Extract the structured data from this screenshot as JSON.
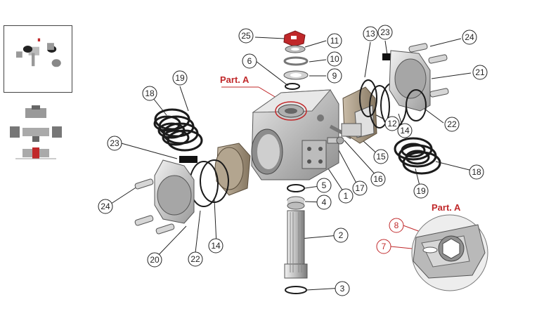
{
  "colors": {
    "accent_red": "#c0282a",
    "metal_light": "#d8d8d8",
    "metal_mid": "#a9a9a9",
    "metal_dark": "#6e6e6e",
    "piston_tan": "#a99a86",
    "spring": "#1b1b1b"
  },
  "labels": {
    "part_a_top": "Part. A",
    "part_a_detail": "Part. A"
  },
  "callouts": [
    {
      "id": "c25",
      "num": "25"
    },
    {
      "id": "c11",
      "num": "11"
    },
    {
      "id": "c10",
      "num": "10"
    },
    {
      "id": "c9",
      "num": "9"
    },
    {
      "id": "c6",
      "num": "6"
    },
    {
      "id": "c13",
      "num": "13"
    },
    {
      "id": "c23a",
      "num": "23"
    },
    {
      "id": "c24a",
      "num": "24"
    },
    {
      "id": "c21",
      "num": "21"
    },
    {
      "id": "c19a",
      "num": "19"
    },
    {
      "id": "c18a",
      "num": "18"
    },
    {
      "id": "c12",
      "num": "12"
    },
    {
      "id": "c14a",
      "num": "14"
    },
    {
      "id": "c22a",
      "num": "22"
    },
    {
      "id": "c15",
      "num": "15"
    },
    {
      "id": "c16",
      "num": "16"
    },
    {
      "id": "c23b",
      "num": "23"
    },
    {
      "id": "c17",
      "num": "17"
    },
    {
      "id": "c1",
      "num": "1"
    },
    {
      "id": "c5",
      "num": "5"
    },
    {
      "id": "c4",
      "num": "4"
    },
    {
      "id": "c2",
      "num": "2"
    },
    {
      "id": "c3",
      "num": "3"
    },
    {
      "id": "c24b",
      "num": "24"
    },
    {
      "id": "c20",
      "num": "20"
    },
    {
      "id": "c22b",
      "num": "22"
    },
    {
      "id": "c14b",
      "num": "14"
    },
    {
      "id": "c18b",
      "num": "18"
    },
    {
      "id": "c19b",
      "num": "19"
    },
    {
      "id": "c8",
      "num": "8"
    },
    {
      "id": "c7",
      "num": "7"
    }
  ]
}
